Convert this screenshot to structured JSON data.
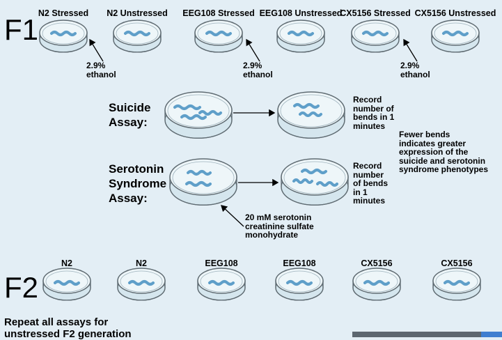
{
  "f1": {
    "generation_label": "F1",
    "dishes": [
      {
        "label": "N2 Stressed"
      },
      {
        "label": "N2 Unstressed"
      },
      {
        "label": "EEG108 Stressed"
      },
      {
        "label": "EEG108 Unstressed"
      },
      {
        "label": "CX5156 Stressed"
      },
      {
        "label": "CX5156 Unstressed"
      }
    ],
    "ethanol_line1": "2.9%",
    "ethanol_line2": "ethanol"
  },
  "suicide_assay": {
    "title_line1": "Suicide",
    "title_line2": "Assay:",
    "record_lines": [
      "Record",
      "number of",
      "bends in 1",
      "minutes"
    ]
  },
  "serotonin_assay": {
    "title_line1": "Serotonin",
    "title_line2": "Syndrome",
    "title_line3": "Assay:",
    "record_lines": [
      "Record",
      "number",
      "of bends",
      "in 1",
      "minutes"
    ],
    "reagent_lines": [
      "20 mM serotonin",
      "creatinine sulfate",
      "monohydrate"
    ]
  },
  "interpretation_lines": [
    "Fewer bends",
    "indicates greater",
    "expression of the",
    "suicide and serotonin",
    "syndrome phenotypes"
  ],
  "f2": {
    "generation_label": "F2",
    "dishes": [
      {
        "label": "N2"
      },
      {
        "label": "N2"
      },
      {
        "label": "EEG108"
      },
      {
        "label": "EEG108"
      },
      {
        "label": "CX5156"
      },
      {
        "label": "CX5156"
      }
    ],
    "footer_line1": "Repeat all assays for",
    "footer_line2": "unstressed F2 generation"
  },
  "colors": {
    "background": "#e3eef5",
    "dish_fill": "#eef6f9",
    "dish_rim": "#5f6b72",
    "worm": "#5f9fc9"
  }
}
